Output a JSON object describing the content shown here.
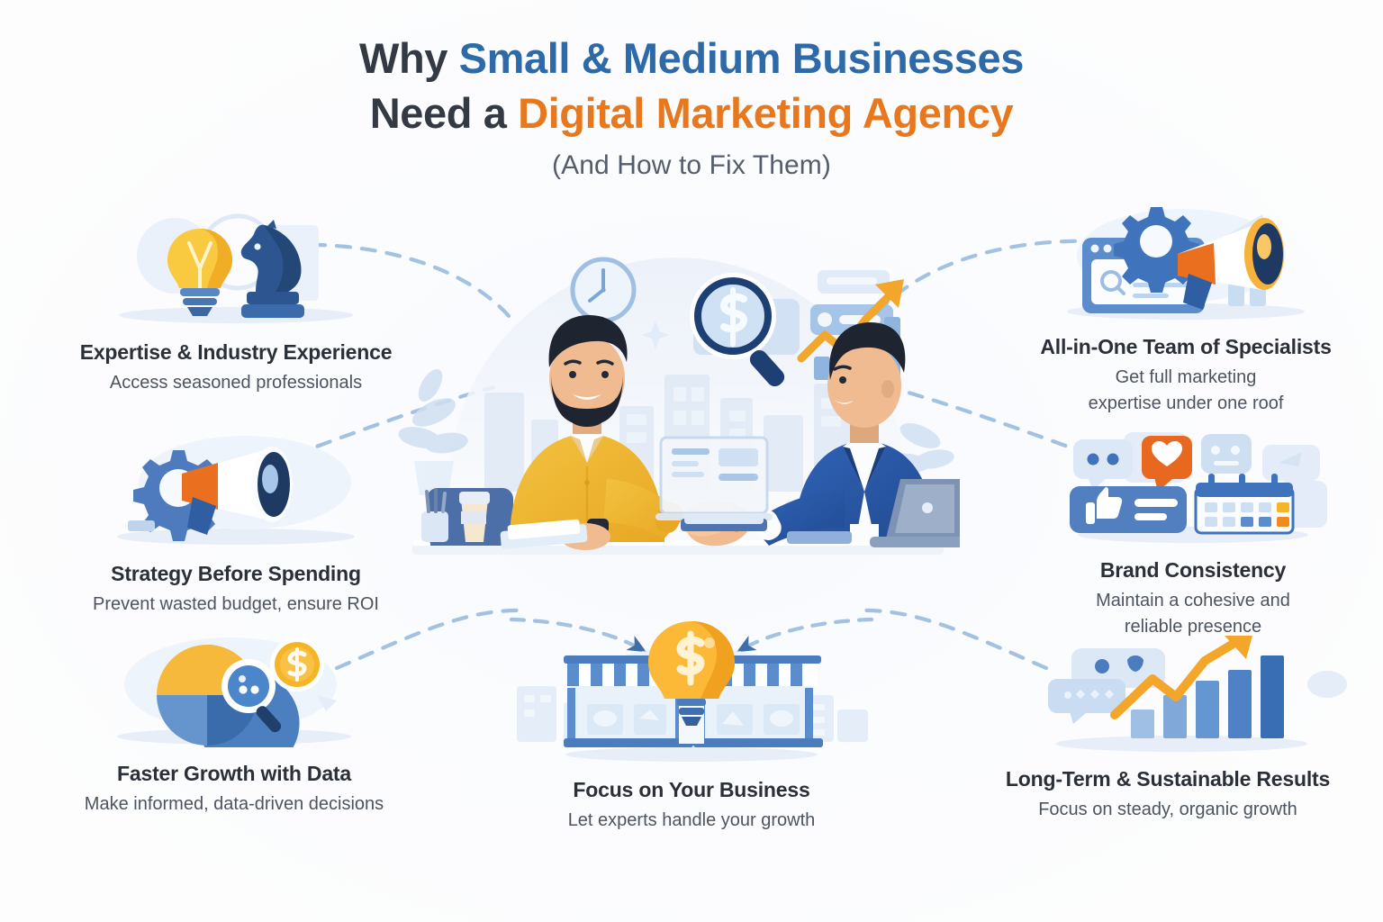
{
  "header": {
    "title_line1_part1": "Why ",
    "title_line1_part2": "Small & Medium Businesses",
    "title_line2_part1": "Need a ",
    "title_line2_part2": "Digital Marketing Agency",
    "subtitle": "(And How to Fix Them)"
  },
  "colors": {
    "dark": "#333a44",
    "blue": "#2e6aa8",
    "orange": "#e8781e",
    "background": "#fcfbfb",
    "connector": "#a8c4e0",
    "heading": "#2b2f38",
    "caption": "#4d545f"
  },
  "items": {
    "expertise": {
      "heading": "Expertise & Industry Experience",
      "caption": "Access seasoned professionals",
      "icon": "lightbulb-chess-knight-icon"
    },
    "strategy": {
      "heading": "Strategy Before Spending",
      "caption": "Prevent wasted budget, ensure ROI",
      "icon": "gear-megaphone-icon"
    },
    "growth": {
      "heading": "Faster Growth with Data",
      "caption": "Make informed, data-driven decisions",
      "icon": "pie-chart-magnifier-dollar-icon"
    },
    "team": {
      "heading": "All-in-One Team of Specialists",
      "caption_line1": "Get full marketing",
      "caption_line2": "expertise under one roof",
      "icon": "browser-gear-megaphone-icon"
    },
    "brand": {
      "heading": "Brand Consistency",
      "caption_line1": "Maintain a cohesive and",
      "caption_line2": "reliable presence",
      "icon": "social-cards-calendar-icon"
    },
    "longterm": {
      "heading": "Long-Term & Sustainable Results",
      "caption": "Focus on steady, organic growth",
      "icon": "bar-chart-growth-arrow-icon"
    },
    "focus": {
      "heading": "Focus on Your Business",
      "caption": "Let experts handle your growth",
      "icon": "storefront-lightbulb-dollar-icon"
    }
  },
  "center_scene": {
    "description": "handshake-between-business-owner-and-agency-specialist",
    "icons": [
      "clock-icon",
      "magnifier-dollar-icon",
      "growth-chart-icon"
    ]
  }
}
